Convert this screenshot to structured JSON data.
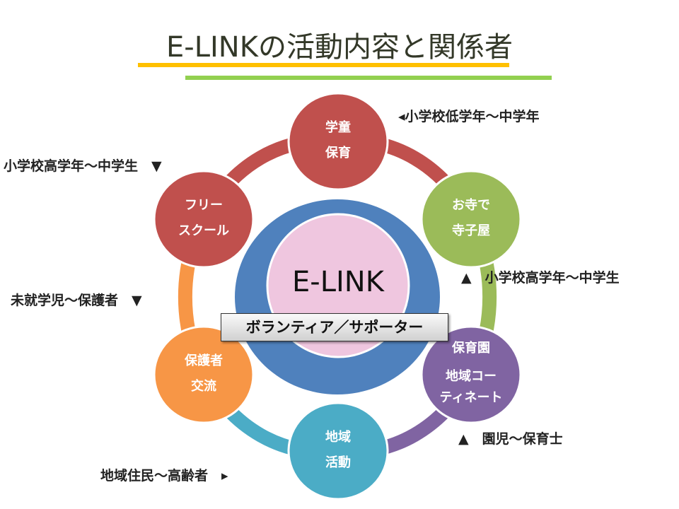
{
  "title": "E-LINKの活動内容と関係者",
  "center": {
    "label": "E-LINK",
    "banner": "ボランティア／サポーター"
  },
  "nodes": [
    {
      "line1": "学童",
      "line2": "保育",
      "color": "#c0504d"
    },
    {
      "line1": "お寺で",
      "line2": "寺子屋",
      "color": "#9bbb59"
    },
    {
      "line1": "保育園",
      "line2": "地域コー",
      "line3": "ティネート",
      "color": "#8064a2"
    },
    {
      "line1": "地域",
      "line2": "活動",
      "color": "#4bacc6"
    },
    {
      "line1": "保護者",
      "line2": "交流",
      "color": "#f79646"
    },
    {
      "line1": "フリー",
      "line2": "スクール",
      "color": "#c0504d"
    }
  ],
  "labels": {
    "gakudo": "◂小学校低学年～中学年",
    "free_school": "小学校高学年～中学生　▼",
    "terakoya": "▲　小学校高学年～中学生",
    "hogosha": "未就学児～保護者　▼",
    "hoikuen": "▲　園児～保育士",
    "chiiki": "地域住民～高齢者　▸"
  },
  "colors": {
    "blue": "#4f81bd",
    "pink": "#efc6df",
    "yellow": "#ffc000",
    "green": "#92d050"
  }
}
